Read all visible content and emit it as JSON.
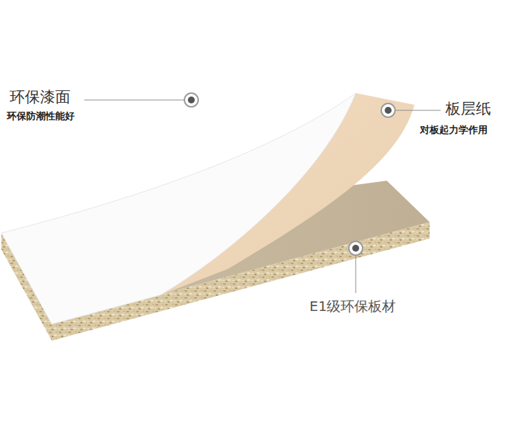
{
  "diagram": {
    "labels": [
      "环保漆面",
      "环保防潮性能好",
      "板层纸",
      "对板起力学作用",
      "E1级环保板材"
    ]
  }
}
